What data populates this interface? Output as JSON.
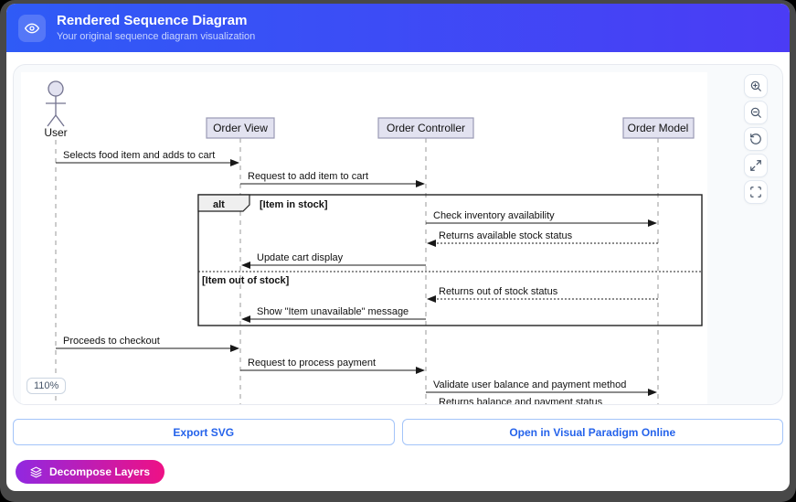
{
  "header": {
    "title": "Rendered Sequence Diagram",
    "subtitle": "Your original sequence diagram visualization",
    "icon": "eye-icon"
  },
  "viewer": {
    "zoom_badge": "110%",
    "controls": [
      {
        "icon": "zoom-in-icon"
      },
      {
        "icon": "zoom-out-icon"
      },
      {
        "icon": "rotate-ccw-icon"
      },
      {
        "icon": "maximize-icon"
      },
      {
        "icon": "fullscreen-icon"
      }
    ]
  },
  "diagram": {
    "participants": [
      {
        "name": "User",
        "type": "actor"
      },
      {
        "name": "Order View",
        "type": "participant"
      },
      {
        "name": "Order Controller",
        "type": "participant"
      },
      {
        "name": "Order Model",
        "type": "participant"
      }
    ],
    "fragment": {
      "operator": "alt",
      "guards": [
        "[Item in stock]",
        "[Item out of stock]"
      ]
    },
    "messages": [
      {
        "label": "Selects food item and adds to cart",
        "from": "User",
        "to": "Order View",
        "style": "solid"
      },
      {
        "label": "Request to add item to cart",
        "from": "Order View",
        "to": "Order Controller",
        "style": "solid"
      },
      {
        "label": "Check inventory availability",
        "from": "Order Controller",
        "to": "Order Model",
        "style": "solid"
      },
      {
        "label": "Returns available stock status",
        "from": "Order Model",
        "to": "Order Controller",
        "style": "dotted"
      },
      {
        "label": "Update cart display",
        "from": "Order Controller",
        "to": "Order View",
        "style": "solid"
      },
      {
        "label": "Returns out of stock status",
        "from": "Order Model",
        "to": "Order Controller",
        "style": "dotted"
      },
      {
        "label": "Show \"Item unavailable\" message",
        "from": "Order Controller",
        "to": "Order View",
        "style": "solid"
      },
      {
        "label": "Proceeds to checkout",
        "from": "User",
        "to": "Order View",
        "style": "solid"
      },
      {
        "label": "Request to process payment",
        "from": "Order View",
        "to": "Order Controller",
        "style": "solid"
      },
      {
        "label": "Validate user balance and payment method",
        "from": "Order Controller",
        "to": "Order Model",
        "style": "solid"
      },
      {
        "label": "Returns balance and payment status",
        "from": "Order Model",
        "to": "Order Controller",
        "style": "dotted"
      }
    ]
  },
  "footer": {
    "export_button": "Export SVG",
    "open_button": "Open in Visual Paradigm Online",
    "decompose_button": "Decompose Layers",
    "decompose_icon": "layers-icon"
  },
  "colors": {
    "header_gradient_start": "#2f5bf6",
    "header_gradient_end": "#4b3cf5",
    "accent_blue": "#2563eb",
    "decompose_gradient_start": "#9128e0",
    "decompose_gradient_end": "#ee1185",
    "participant_fill": "#e2e2f0",
    "lifeline_gray": "#999999",
    "diagram_ink": "#181818"
  }
}
